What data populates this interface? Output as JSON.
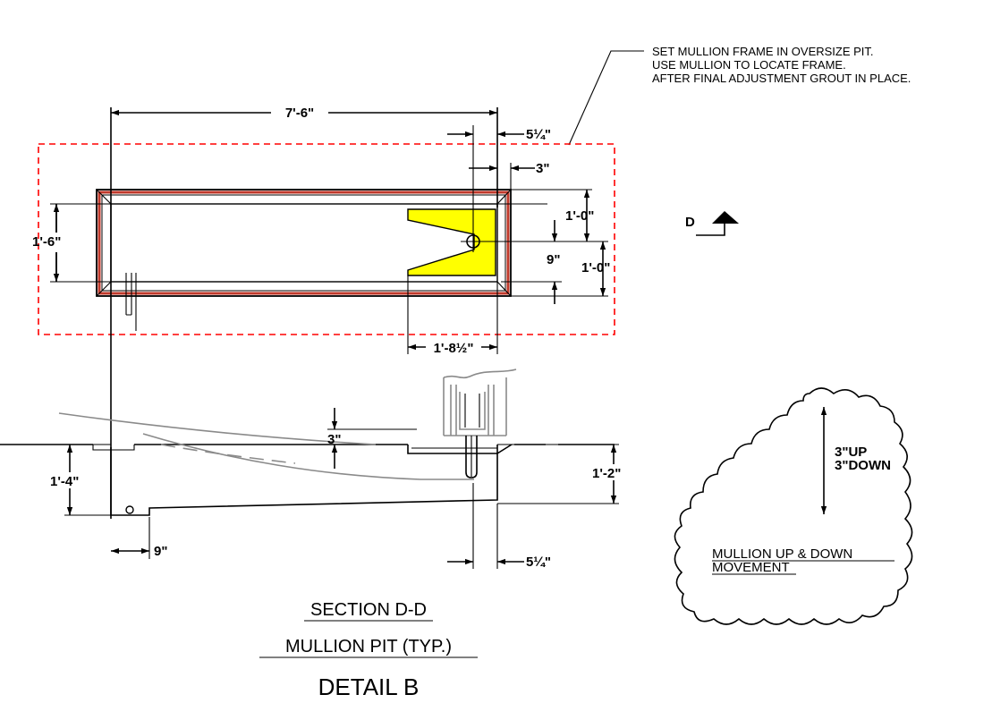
{
  "drawing": {
    "note_lines": [
      "SET MULLION FRAME IN OVERSIZE PIT.",
      "USE MULLION TO LOCATE FRAME.",
      "AFTER FINAL ADJUSTMENT GROUT IN PLACE."
    ],
    "plan_dims": {
      "overall_length": "7'-6\"",
      "edge_offset": "5¼\"",
      "wall": "3\"",
      "width": "1'-6\"",
      "upper_half": "1'-0\"",
      "lower_half": "1'-0\"",
      "arm_offset": "9\"",
      "slot_length": "1'-8½\""
    },
    "section_marker": "D",
    "section_dims": {
      "depth_left": "1'-4\"",
      "depth_right": "1'-2\"",
      "travel": "3\"",
      "heel": "9\"",
      "edge_offset": "5¼\""
    },
    "cloud": {
      "up_label": "3\"UP",
      "down_label": "3\"DOWN",
      "title_line1": "MULLION UP & DOWN",
      "title_line2": "MOVEMENT"
    },
    "captions": {
      "section": "SECTION D-D",
      "subtitle": "MULLION PIT (TYP.)",
      "detail": "DETAIL B"
    },
    "colors": {
      "line": "#000000",
      "oversize_pit": "#ff0000",
      "frame": "#c0392b",
      "mullion_arm_fill": "#ffff00",
      "hidden_arc": "#8a8a8a"
    }
  }
}
